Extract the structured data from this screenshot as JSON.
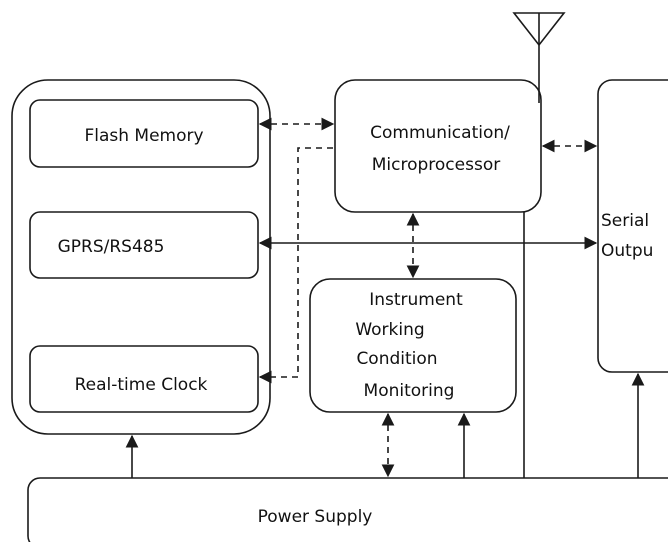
{
  "diagram": {
    "blocks": {
      "flash_memory": "Flash Memory",
      "gprs_rs485": "GPRS/RS485",
      "real_time_clock": "Real-time Clock",
      "comm_line1": "Communication/",
      "comm_line2": "Microprocessor",
      "iwcm_line1": "Instrument",
      "iwcm_line2": "Working",
      "iwcm_line3": "Condition",
      "iwcm_line4": "Monitoring",
      "serial_line1": "Serial",
      "serial_line2": "Outpu",
      "power_supply": "Power Supply"
    }
  }
}
